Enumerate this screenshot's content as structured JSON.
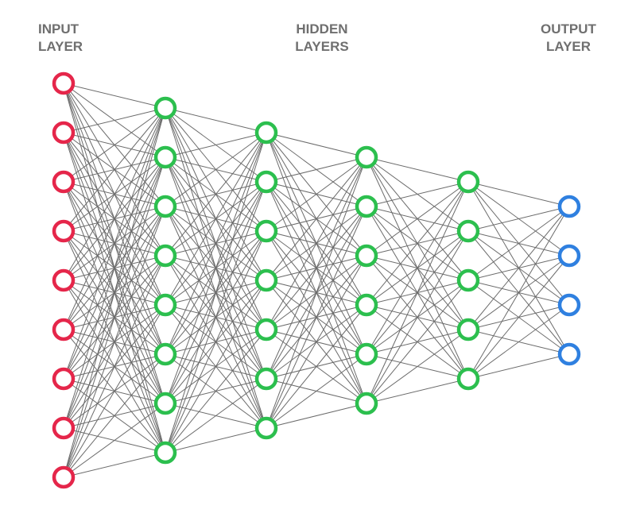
{
  "labels": {
    "input": {
      "line1": "INPUT",
      "line2": "LAYER"
    },
    "hidden": {
      "line1": "HIDDEN",
      "line2": "LAYERS"
    },
    "output": {
      "line1": "OUTPUT",
      "line2": "LAYER"
    }
  },
  "network": {
    "layers": [
      {
        "name": "input",
        "nodes": 9,
        "color": "#e5264a"
      },
      {
        "name": "hidden-1",
        "nodes": 8,
        "color": "#2cbf4e"
      },
      {
        "name": "hidden-2",
        "nodes": 7,
        "color": "#2cbf4e"
      },
      {
        "name": "hidden-3",
        "nodes": 6,
        "color": "#2cbf4e"
      },
      {
        "name": "hidden-4",
        "nodes": 5,
        "color": "#2cbf4e"
      },
      {
        "name": "output",
        "nodes": 4,
        "color": "#2f80e0"
      }
    ],
    "edge_color": "#6b6b6b",
    "fully_connected": true
  }
}
